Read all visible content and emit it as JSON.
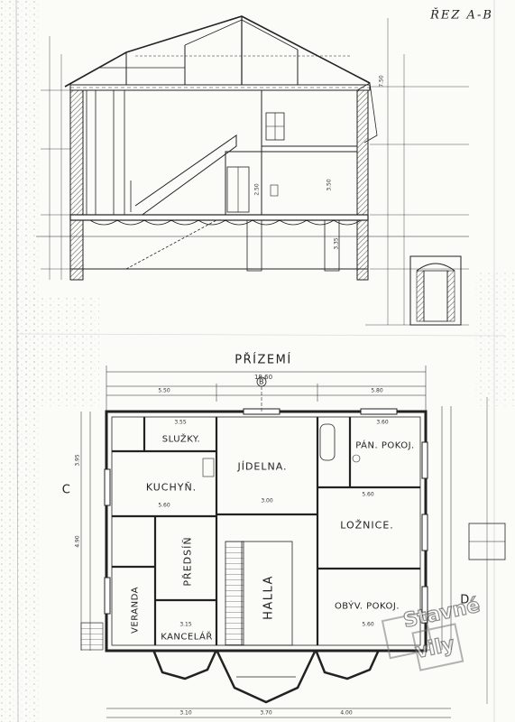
{
  "sheet_title": "ŘEZ A-B",
  "floor_title": "PŘÍZEMÍ",
  "section_markers": {
    "b": "B",
    "c": "C",
    "d": "D"
  },
  "rooms": {
    "sluzky": "SLUŽKY.",
    "pan_pokoj": "PÁN. POKOJ.",
    "jidelna": "JÍDELNA.",
    "kuchyn": "KUCHYŇ.",
    "loznice": "LOŽNICE.",
    "predsin": "PŘEDSÍŇ",
    "halla": "HALLA",
    "obyv_pokoj": "OBÝV. POKOJ.",
    "veranda": "VERANDA",
    "kancelar": "KANCELÁŘ"
  },
  "dimensions": {
    "total_width": "18.60",
    "top_550": "5.50",
    "top_580": "5.80",
    "sluzky_w": "3.55",
    "pan_w": "3.60",
    "kuchyn_w": "5.60",
    "halla_gap": "3.00",
    "loznice_w": "5.60",
    "obyv_w": "5.60",
    "kanc_w": "3.15",
    "left_395": "3.95",
    "left_490": "4.90",
    "bottom_310": "3.10",
    "bottom_370": "3.70",
    "bottom_400": "4.00",
    "sec_750": "7.50",
    "sec_350": "3.50",
    "sec_250": "2.50",
    "sec_335": "3.35"
  },
  "watermark": {
    "line1": "Stavné",
    "line2": "vily"
  }
}
